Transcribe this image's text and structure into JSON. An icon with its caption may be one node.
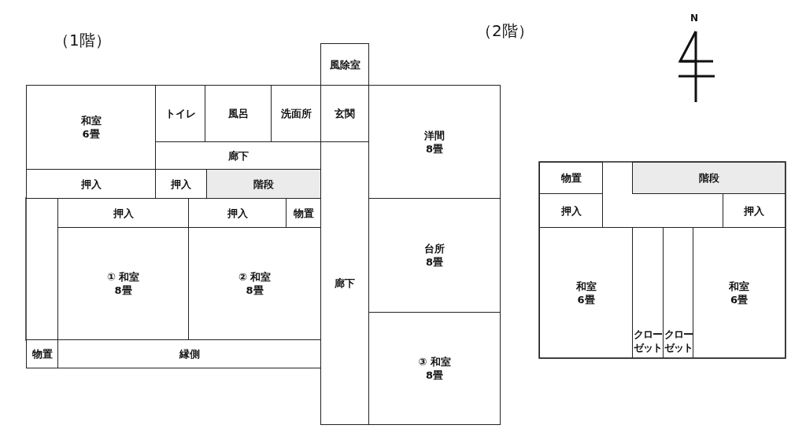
{
  "diagram": {
    "nodes": [
      {
        "text": [
          "風除室"
        ]
      },
      {
        "text": [
          "和室",
          "6畳"
        ]
      },
      {
        "text": [
          "トイレ"
        ]
      },
      {
        "text": [
          "風呂"
        ]
      },
      {
        "text": [
          "洗面所"
        ]
      },
      {
        "text": [
          "玄関"
        ]
      },
      {
        "text": [
          "廊下"
        ]
      },
      {
        "text": [
          "洋間",
          "8畳"
        ]
      },
      {
        "text": [
          "押入"
        ]
      },
      {
        "text": [
          "押入"
        ]
      },
      {
        "text": [
          "階段"
        ]
      },
      {
        "text": [
          "押入"
        ]
      },
      {
        "text": [
          "押入"
        ]
      },
      {
        "text": [
          "物置"
        ]
      },
      {
        "text": [
          "① 和室",
          "8畳"
        ]
      },
      {
        "text": [
          "② 和室",
          "8畳"
        ]
      },
      {
        "text": [
          "廊下"
        ]
      },
      {
        "text": [
          "台所",
          "8畳"
        ]
      },
      {
        "text": [
          "物置"
        ]
      },
      {
        "text": [
          "縁側"
        ]
      },
      {
        "text": [
          "③ 和室",
          "8畳"
        ]
      },
      {
        "text": [
          "物置"
        ]
      },
      {
        "text": [
          "階段"
        ]
      },
      {
        "text": [
          "押入"
        ]
      },
      {
        "text": [
          "押入"
        ]
      },
      {
        "text": [
          "和室",
          "6畳"
        ]
      },
      {
        "text": [
          "クローゼット"
        ]
      },
      {
        "text": [
          "クローゼット"
        ]
      },
      {
        "text": [
          "和室",
          "6畳"
        ]
      }
    ],
    "labels": [
      "（1階）",
      "（2階）",
      "N"
    ]
  }
}
